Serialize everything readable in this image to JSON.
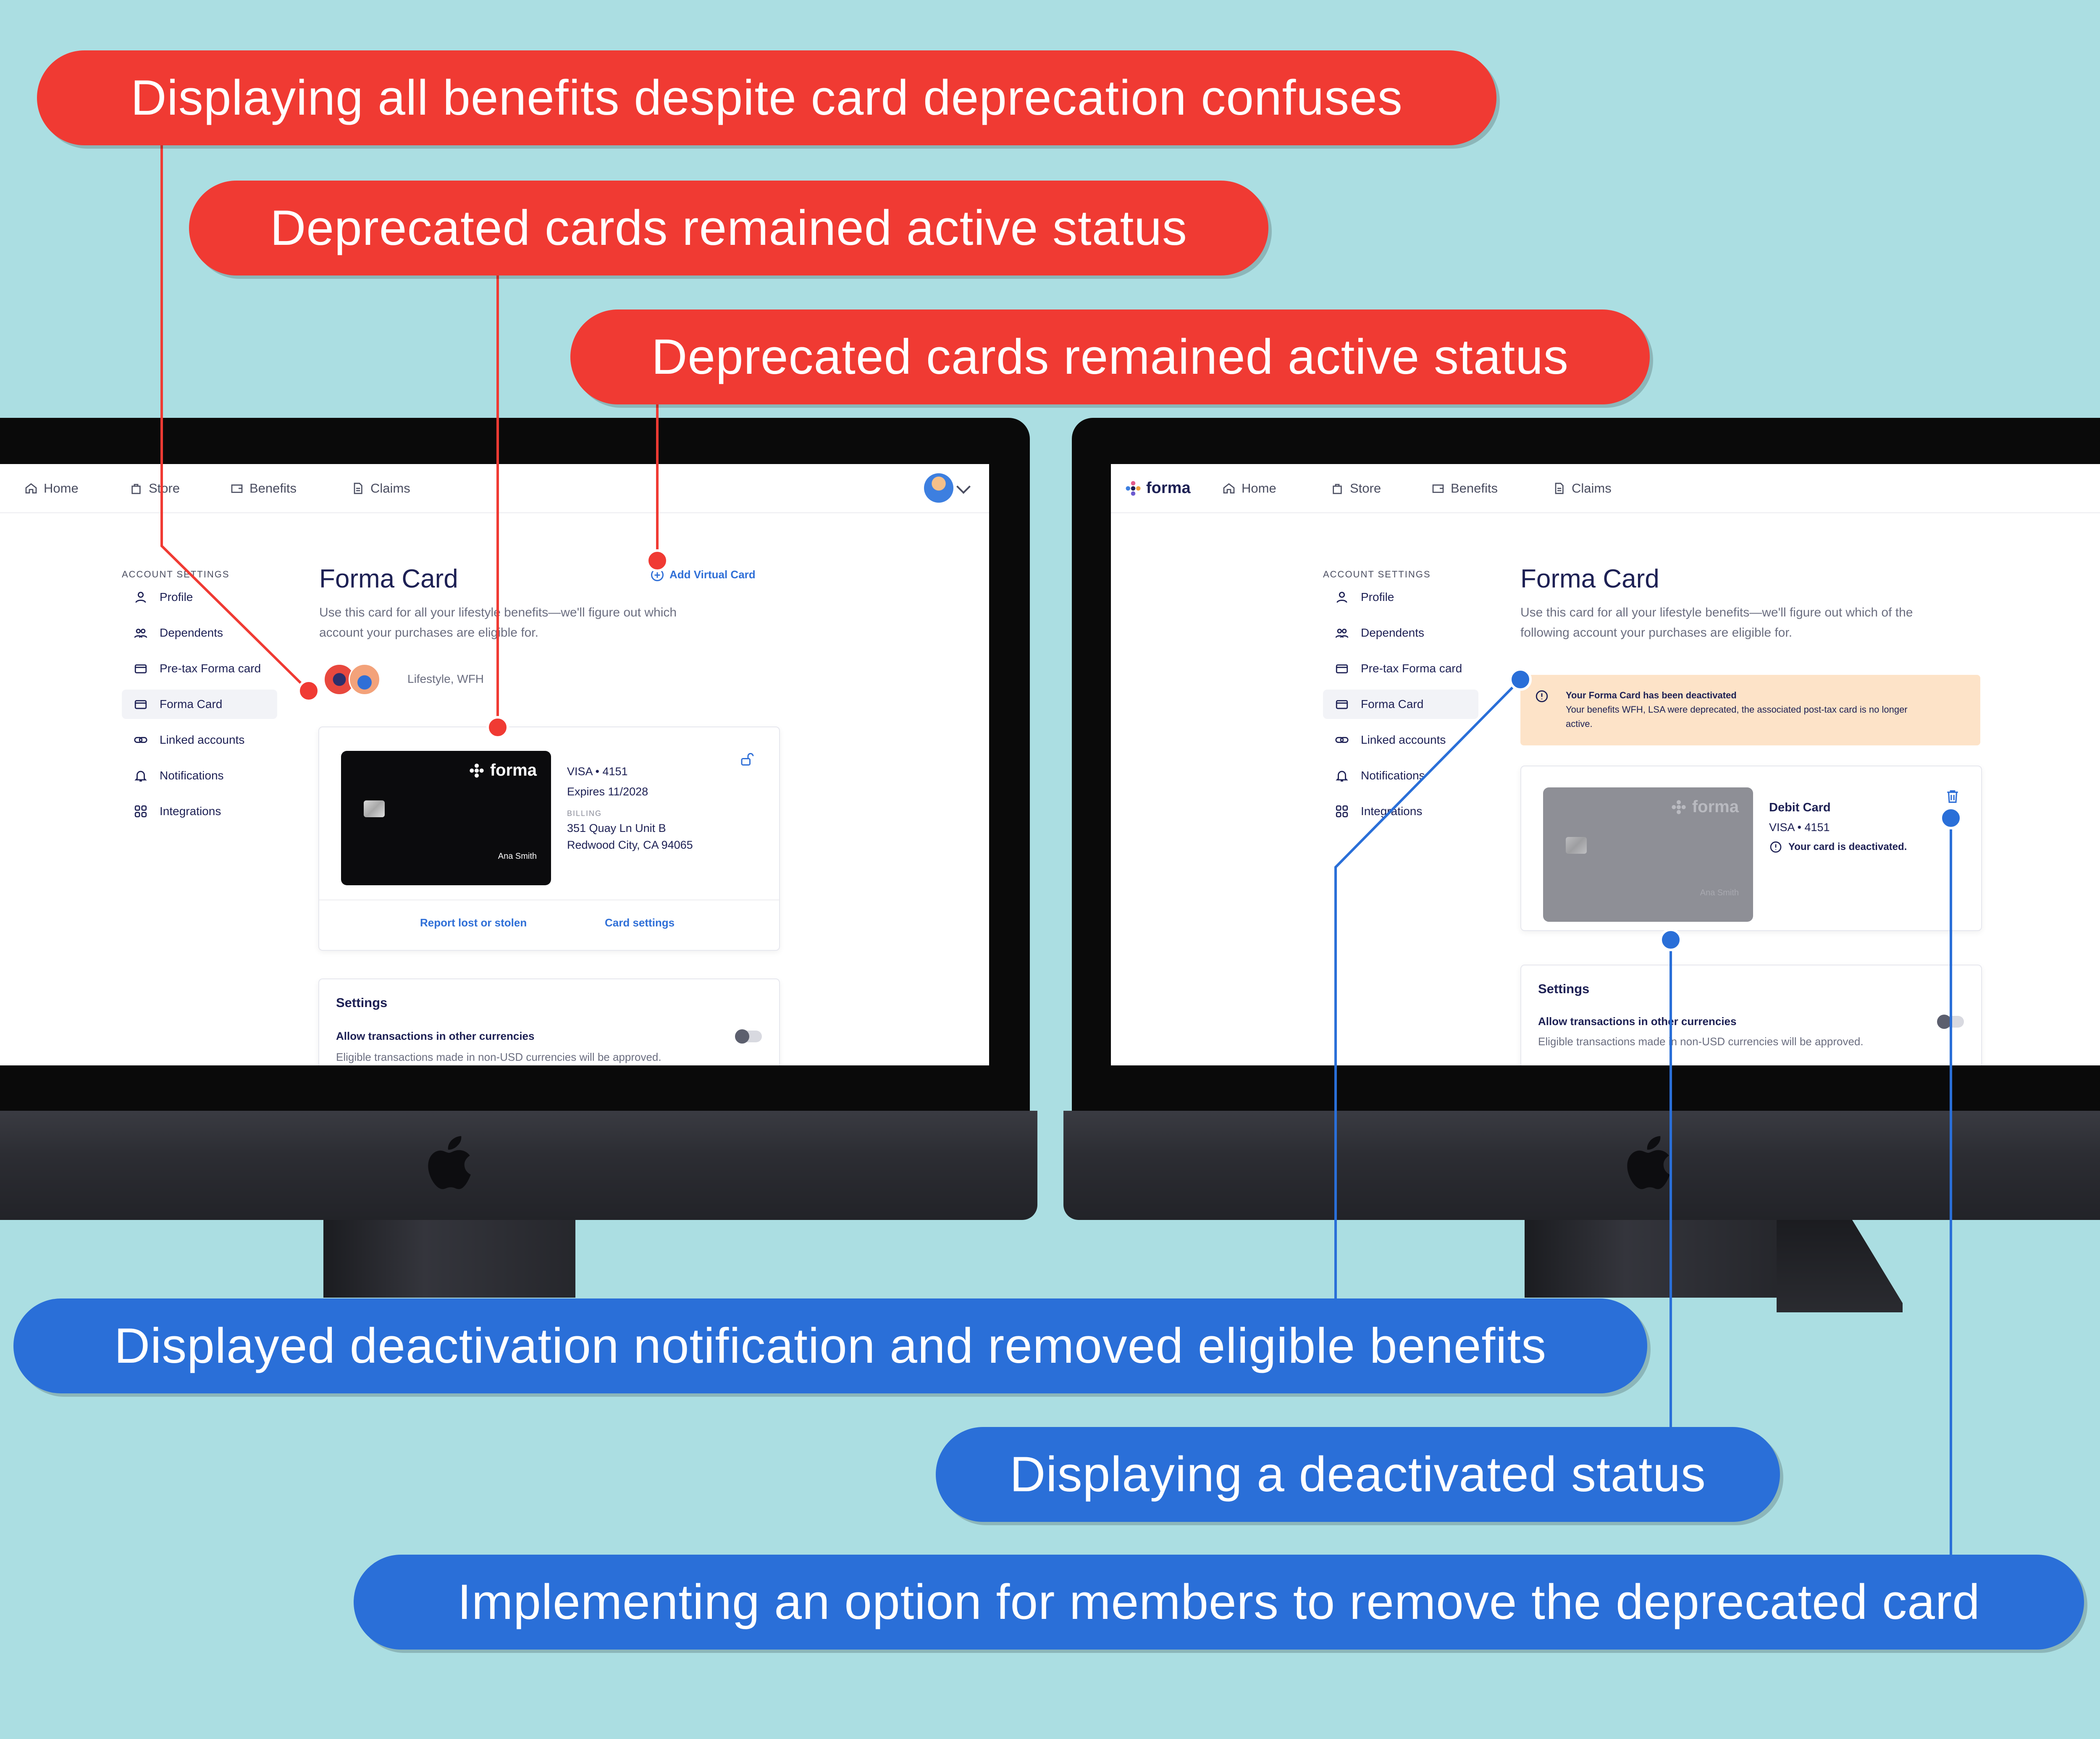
{
  "colors": {
    "background": "#ABDEE2",
    "callout_red": "#F03A33",
    "callout_blue": "#2A6FD8",
    "link_blue": "#2f6fd7",
    "alert_bg": "#fde3c8",
    "text_dark": "#1d2054"
  },
  "callouts": {
    "red_1": "Displaying all benefits despite card deprecation confuses",
    "red_2": "Deprecated cards remained active status",
    "red_3": "Deprecated cards remained active status",
    "blue_1": "Displayed deactivation notification and removed eligible benefits",
    "blue_2": "Displaying a deactivated status",
    "blue_3": "Implementing an option for members to remove the deprecated card"
  },
  "before": {
    "nav": {
      "home": "Home",
      "store": "Store",
      "benefits": "Benefits",
      "claims": "Claims"
    },
    "sidebar": {
      "section": "ACCOUNT SETTINGS",
      "items": [
        {
          "label": "Profile",
          "icon": "user-icon"
        },
        {
          "label": "Dependents",
          "icon": "users-icon"
        },
        {
          "label": "Pre-tax Forma card",
          "icon": "card-icon"
        },
        {
          "label": "Forma Card",
          "icon": "card-icon"
        },
        {
          "label": "Linked accounts",
          "icon": "link-icon"
        },
        {
          "label": "Notifications",
          "icon": "bell-icon"
        },
        {
          "label": "Integrations",
          "icon": "grid-icon"
        }
      ]
    },
    "title": "Forma Card",
    "description_line1": "Use this card for all your lifestyle benefits—we'll figure out which",
    "description_line2": "account your purchases are eligible for.",
    "add_virtual_card": "Add Virtual Card",
    "benefits_label": "Lifestyle, WFH",
    "card": {
      "brand": "forma",
      "holder": "Ana Smith",
      "visa": "VISA • 4151",
      "expires": "Expires 11/2028",
      "billing_label": "BILLING",
      "address1": "351 Quay Ln Unit B",
      "address2": "Redwood City, CA 94065"
    },
    "report_lost": "Report lost or stolen",
    "card_settings": "Card settings",
    "settings": {
      "title": "Settings",
      "row_label": "Allow transactions in other currencies",
      "row_sub": "Eligible transactions made in non-USD currencies will be approved."
    }
  },
  "after": {
    "brand": "forma",
    "nav": {
      "home": "Home",
      "store": "Store",
      "benefits": "Benefits",
      "claims": "Claims"
    },
    "sidebar": {
      "section": "ACCOUNT SETTINGS",
      "items": [
        {
          "label": "Profile",
          "icon": "user-icon"
        },
        {
          "label": "Dependents",
          "icon": "users-icon"
        },
        {
          "label": "Pre-tax Forma card",
          "icon": "card-icon"
        },
        {
          "label": "Forma Card",
          "icon": "card-icon"
        },
        {
          "label": "Linked accounts",
          "icon": "link-icon"
        },
        {
          "label": "Notifications",
          "icon": "bell-icon"
        },
        {
          "label": "Integrations",
          "icon": "grid-icon"
        }
      ]
    },
    "title": "Forma Card",
    "description_line1": "Use this card for all your lifestyle benefits—we'll figure out which of the",
    "description_line2": "following account your purchases are eligible for.",
    "alert": {
      "title": "Your Forma Card has been deactivated",
      "body_line1": "Your benefits WFH, LSA were deprecated, the associated post-tax card is no longer",
      "body_line2": "active."
    },
    "card": {
      "brand": "forma",
      "holder": "Ana Smith",
      "type": "Debit Card",
      "visa": "VISA • 4151",
      "status": "Your card is deactivated."
    },
    "settings": {
      "title": "Settings",
      "row_label": "Allow transactions in other currencies",
      "row_sub": "Eligible transactions made in non-USD currencies will be approved."
    }
  }
}
